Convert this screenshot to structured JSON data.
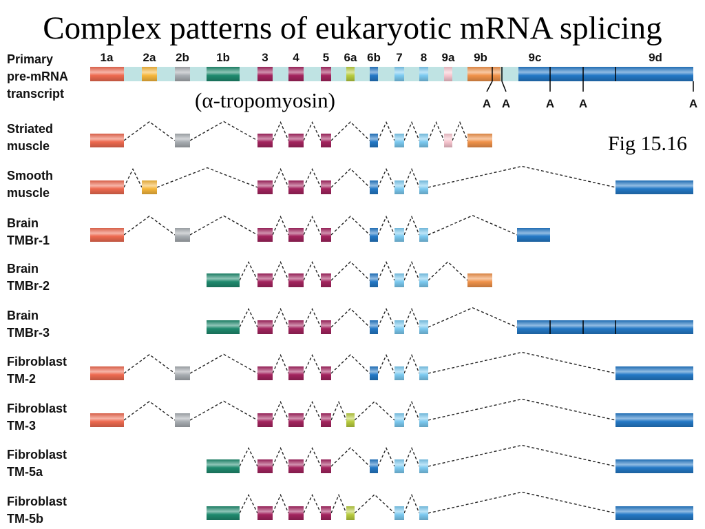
{
  "title": "Complex patterns of eukaryotic mRNA splicing",
  "subtitle": "(α-tropomyosin)",
  "figure_label": "Fig 15.16",
  "primary_label": [
    "Primary",
    "pre-mRNA",
    "transcript"
  ],
  "exons": [
    {
      "id": "1a",
      "color": "#ee6a50"
    },
    {
      "id": "2a",
      "color": "#f6b73c"
    },
    {
      "id": "2b",
      "color": "#a8adb2"
    },
    {
      "id": "1b",
      "color": "#1f8a6e"
    },
    {
      "id": "3",
      "color": "#a3245e"
    },
    {
      "id": "4",
      "color": "#a3245e"
    },
    {
      "id": "5",
      "color": "#a3245e"
    },
    {
      "id": "6a",
      "color": "#b8cc3f"
    },
    {
      "id": "6b",
      "color": "#2478c6"
    },
    {
      "id": "7",
      "color": "#7ccaf0"
    },
    {
      "id": "8",
      "color": "#7ccaf0"
    },
    {
      "id": "9a",
      "color": "#f7c6cf"
    },
    {
      "id": "9b",
      "color": "#f0924a"
    },
    {
      "id": "9c",
      "color": "#2478c6"
    },
    {
      "id": "9d",
      "color": "#2478c6"
    }
  ],
  "polyA_label": "A",
  "isoforms": [
    {
      "name": [
        "Striated",
        "muscle"
      ],
      "exons": [
        "1a",
        "2b",
        "3",
        "4",
        "5",
        "6b",
        "7",
        "8",
        "9a",
        "9b"
      ]
    },
    {
      "name": [
        "Smooth",
        "muscle"
      ],
      "exons": [
        "1a",
        "2a",
        "3",
        "4",
        "5",
        "6b",
        "7",
        "8",
        "9d"
      ]
    },
    {
      "name": [
        "Brain",
        "TMBr-1"
      ],
      "exons": [
        "1a",
        "2b",
        "3",
        "4",
        "5",
        "6b",
        "7",
        "8",
        "9c"
      ]
    },
    {
      "name": [
        "Brain",
        "TMBr-2"
      ],
      "exons": [
        "1b",
        "3",
        "4",
        "5",
        "6b",
        "7",
        "8",
        "9b"
      ]
    },
    {
      "name": [
        "Brain",
        "TMBr-3"
      ],
      "exons": [
        "1b",
        "3",
        "4",
        "5",
        "6b",
        "7",
        "8",
        "9c-9d"
      ]
    },
    {
      "name": [
        "Fibroblast",
        "TM-2"
      ],
      "exons": [
        "1a",
        "2b",
        "3",
        "4",
        "5",
        "6b",
        "7",
        "8",
        "9d"
      ]
    },
    {
      "name": [
        "Fibroblast",
        "TM-3"
      ],
      "exons": [
        "1a",
        "2b",
        "3",
        "4",
        "5",
        "6a",
        "7",
        "8",
        "9d"
      ]
    },
    {
      "name": [
        "Fibroblast",
        "TM-5a"
      ],
      "exons": [
        "1b",
        "3",
        "4",
        "5",
        "6b",
        "7",
        "8",
        "9d"
      ]
    },
    {
      "name": [
        "Fibroblast",
        "TM-5b"
      ],
      "exons": [
        "1b",
        "3",
        "4",
        "5",
        "6a",
        "7",
        "8",
        "9d"
      ]
    }
  ]
}
